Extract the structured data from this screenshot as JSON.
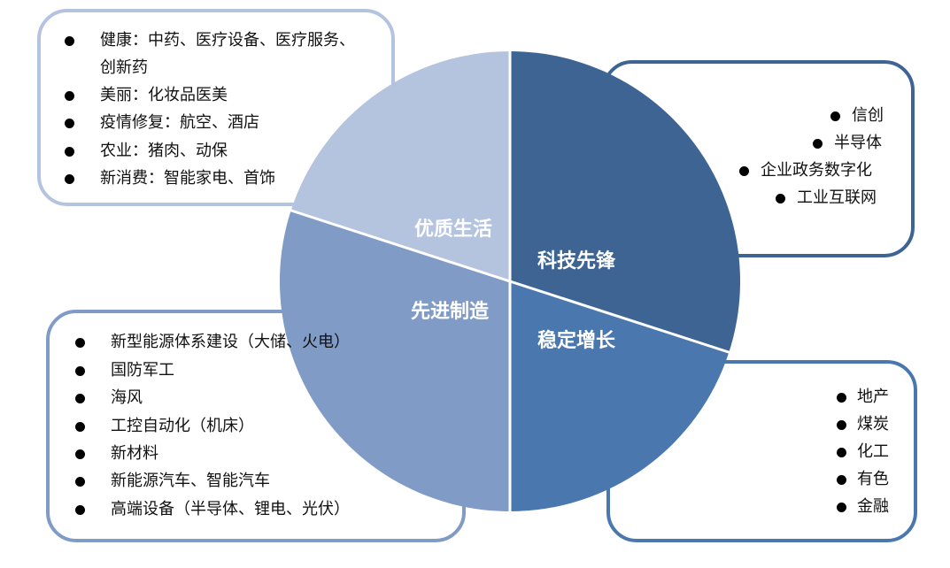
{
  "colors": {
    "tech": "#3e6494",
    "stable": "#4a78ae",
    "manufacturing": "#7f9bc6",
    "quality": "#b4c3de"
  },
  "segments": {
    "quality": {
      "label": "优质生活",
      "items": [
        "健康：中药、医疗设备、医疗服务、",
        "创新药",
        "美丽：化妆品医美",
        "疫情修复：航空、酒店",
        "农业：猪肉、动保",
        "新消费：智能家电、首饰"
      ]
    },
    "tech": {
      "label": "科技先锋",
      "items": [
        "信创",
        "半导体",
        "企业政务数字化",
        "工业互联网"
      ]
    },
    "manufacturing": {
      "label": "先进制造",
      "items": [
        "新型能源体系建设（大储、火电）",
        "国防军工",
        "海风",
        "工控自动化（机床）",
        "新材料",
        "新能源汽车、智能汽车",
        "高端设备（半导体、锂电、光伏）"
      ]
    },
    "stable": {
      "label": "稳定增长",
      "items": [
        "地产",
        "煤炭",
        "化工",
        "有色",
        "金融"
      ]
    }
  }
}
